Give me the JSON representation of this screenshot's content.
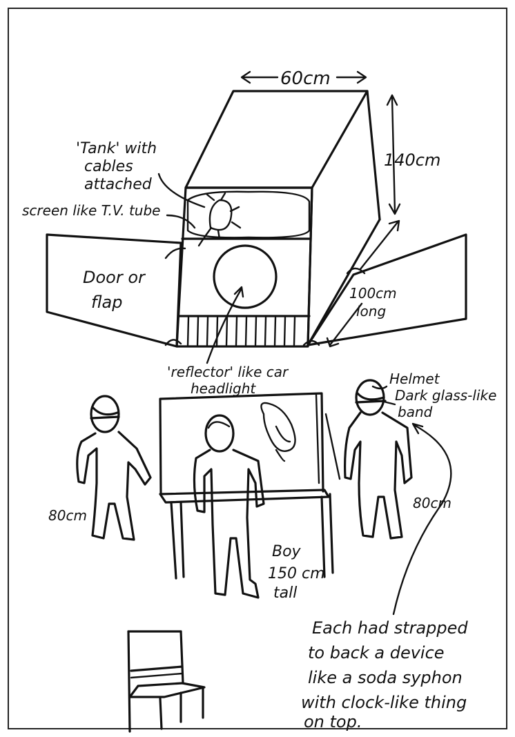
{
  "labels": {
    "width": "60cm",
    "height": "140cm",
    "tank_line1": "'Tank' with",
    "tank_line2": "cables",
    "tank_line3": "attached",
    "screen": "screen like T.V. tube",
    "door_line1": "Door or",
    "door_line2": "flap",
    "length_line1": "100cm",
    "length_line2": "long",
    "reflector_line1": "'reflector' like car",
    "reflector_line2": "headlight",
    "helmet": "Helmet",
    "band_line1": "Dark glass-like",
    "band_line2": "band",
    "left_figure_height": "80cm",
    "right_figure_height": "80cm",
    "boy_line1": "Boy",
    "boy_line2": "150 cm",
    "boy_line3": "tall",
    "note_line1": "Each had strapped",
    "note_line2": "to back a device",
    "note_line3": "like a soda syphon",
    "note_line4": "with clock-like thing",
    "note_line5": "on top."
  }
}
